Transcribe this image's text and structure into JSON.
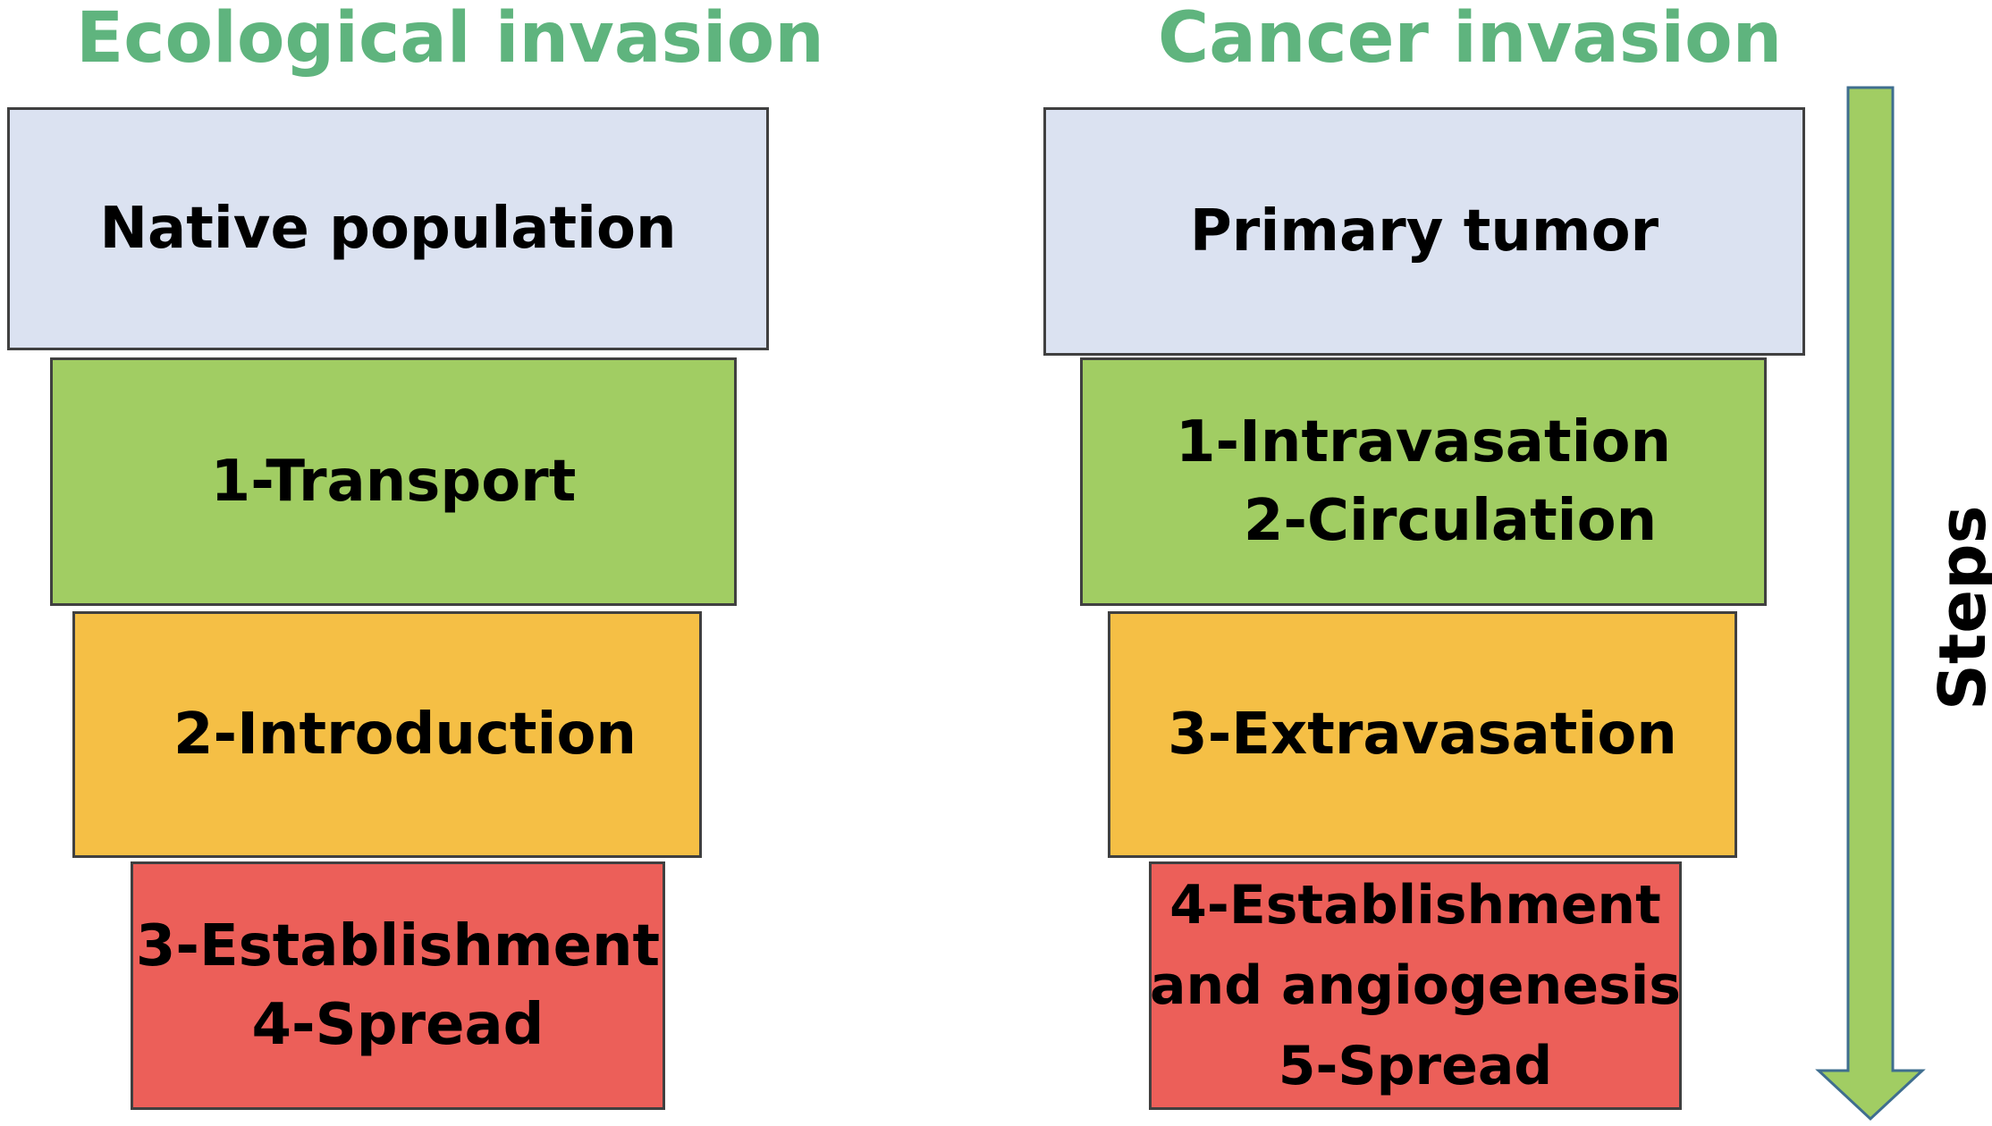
{
  "colors": {
    "title": "#5fb47e",
    "blue": "#dbe2f1",
    "green": "#a1cd63",
    "orange": "#f5bf45",
    "red": "#ec5f59",
    "arrow": "#a1cd63",
    "arrow_stroke": "#3f6e8f"
  },
  "left": {
    "title": "Ecological invasion",
    "boxes": [
      {
        "lines": [
          "Native population"
        ]
      },
      {
        "lines": [
          "1-Transport"
        ]
      },
      {
        "lines": [
          "2-Introduction"
        ]
      },
      {
        "lines": [
          "3-Establishment",
          "4-Spread"
        ]
      }
    ]
  },
  "right": {
    "title": "Cancer invasion",
    "boxes": [
      {
        "lines": [
          "Primary tumor"
        ]
      },
      {
        "lines": [
          "1-Intravasation",
          "2-Circulation"
        ]
      },
      {
        "lines": [
          "3-Extravasation"
        ]
      },
      {
        "lines": [
          "4-Establishment",
          "and angiogenesis",
          "5-Spread"
        ]
      }
    ]
  },
  "arrow": {
    "label": "Steps"
  }
}
